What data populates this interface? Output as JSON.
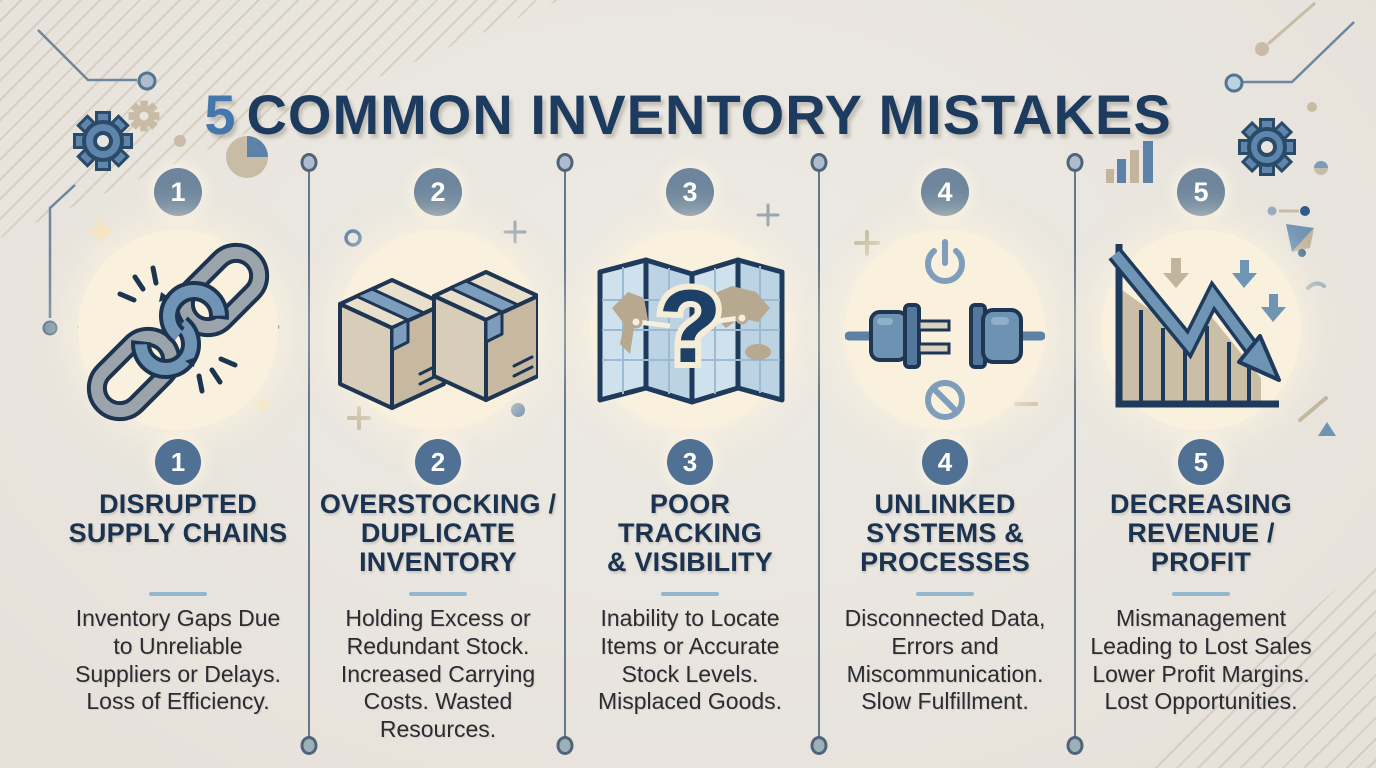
{
  "header": {
    "title_number": "5",
    "title_text": "COMMON INVENTORY MISTAKES"
  },
  "columns": [
    {
      "number": "1",
      "icon": "broken-chain-icon",
      "title": "DISRUPTED\nSUPPLY CHAINS",
      "description": "Inventory Gaps Due\nto Unreliable\nSuppliers or Delays.\nLoss of Efficiency."
    },
    {
      "number": "2",
      "icon": "duplicate-boxes-icon",
      "title": "OVERSTOCKING /\nDUPLICATE\nINVENTORY",
      "description": "Holding Excess or\nRedundant Stock.\nIncreased Carrying\nCosts. Wasted\nResources."
    },
    {
      "number": "3",
      "icon": "world-map-question-icon",
      "title": "POOR\nTRACKING\n& VISIBILITY",
      "description": "Inability to Locate\nItems or Accurate\nStock Levels.\nMisplaced Goods."
    },
    {
      "number": "4",
      "icon": "disconnected-plugs-icon",
      "title": "UNLINKED\nSYSTEMS &\nPROCESSES",
      "description": "Disconnected Data,\nErrors and\nMiscommunication.\nSlow Fulfillment."
    },
    {
      "number": "5",
      "icon": "declining-chart-icon",
      "title": "DECREASING\nREVENUE /\nPROFIT",
      "description": "Mismanagement\nLeading to Lost Sales\nLower Profit Margins.\nLost Opportunities."
    }
  ],
  "colors": {
    "background": "#e9e5df",
    "title_navy": "#1d3b5f",
    "title_number_blue": "#4478ac",
    "badge_top": "#6d869d",
    "badge_bottom": "#507193",
    "icon_halo_cream": "#f9f1de",
    "underline_blue": "#93b7cf",
    "body_text": "#2b2b32",
    "accent_blue": "#6f93b3",
    "accent_tan": "#c3b59d"
  }
}
